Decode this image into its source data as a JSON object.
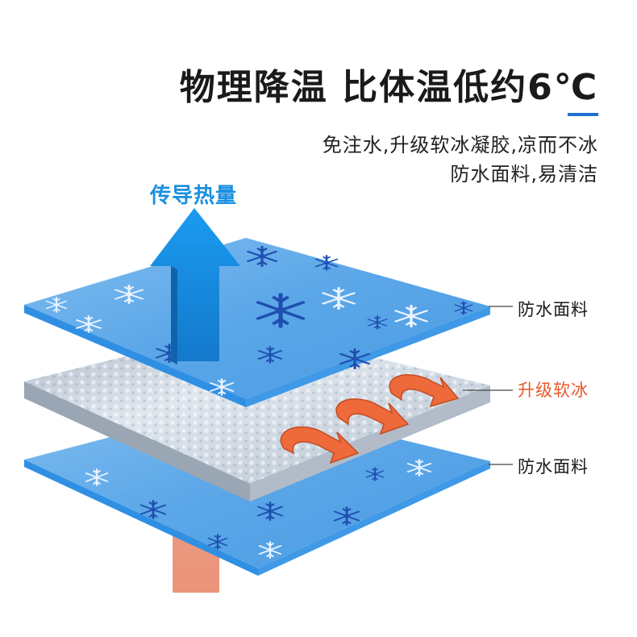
{
  "headline": "物理降温 比体温低约6℃",
  "subtitle": {
    "line1": "免注水,升级软冰凝胶,凉而不冰",
    "line2": "防水面料,易清洁"
  },
  "arrow_label": "传导热量",
  "layers": {
    "top_label": "防水面料",
    "middle_label": "升级软冰",
    "bottom_label": "防水面料"
  },
  "colors": {
    "fabric": "#5aa6e8",
    "fabric_edge": "#2f8fe3",
    "snowflake_dark": "#1f4fb0",
    "snowflake_light": "#e9f3ff",
    "gel": "#c8d3de",
    "heat_arrow": "#ee6a3a",
    "up_arrow": "#1a8fe0",
    "accent": "#1f6fd1"
  },
  "icons": {
    "snowflake": "snowflake-icon",
    "heat_arrow": "curved-heat-arrow-icon",
    "up_arrow": "up-arrow-icon"
  }
}
